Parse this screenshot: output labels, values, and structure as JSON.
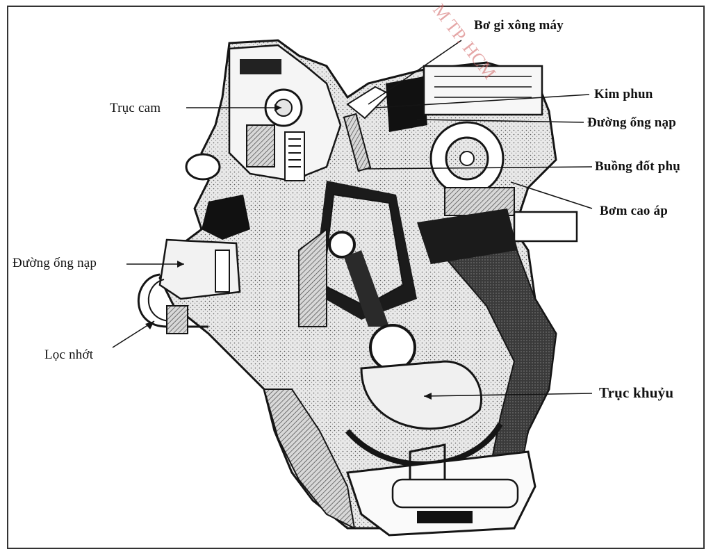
{
  "labels": {
    "glow_plug": "Bơ gi xông máy",
    "camshaft": "Trục cam",
    "injector": "Kim phun",
    "intake_right": "Đường ống nạp",
    "prechamber": "Buồng đốt phụ",
    "hp_pump": "Bơm cao áp",
    "intake_left": "Đường ống nạp",
    "oil_filter": "Lọc nhớt",
    "crankshaft": "Trục khuỷu"
  },
  "watermark": "M TP. HCM",
  "colors": {
    "ink": "#151515",
    "paper": "#ffffff",
    "shade": "#8a8a8a"
  }
}
